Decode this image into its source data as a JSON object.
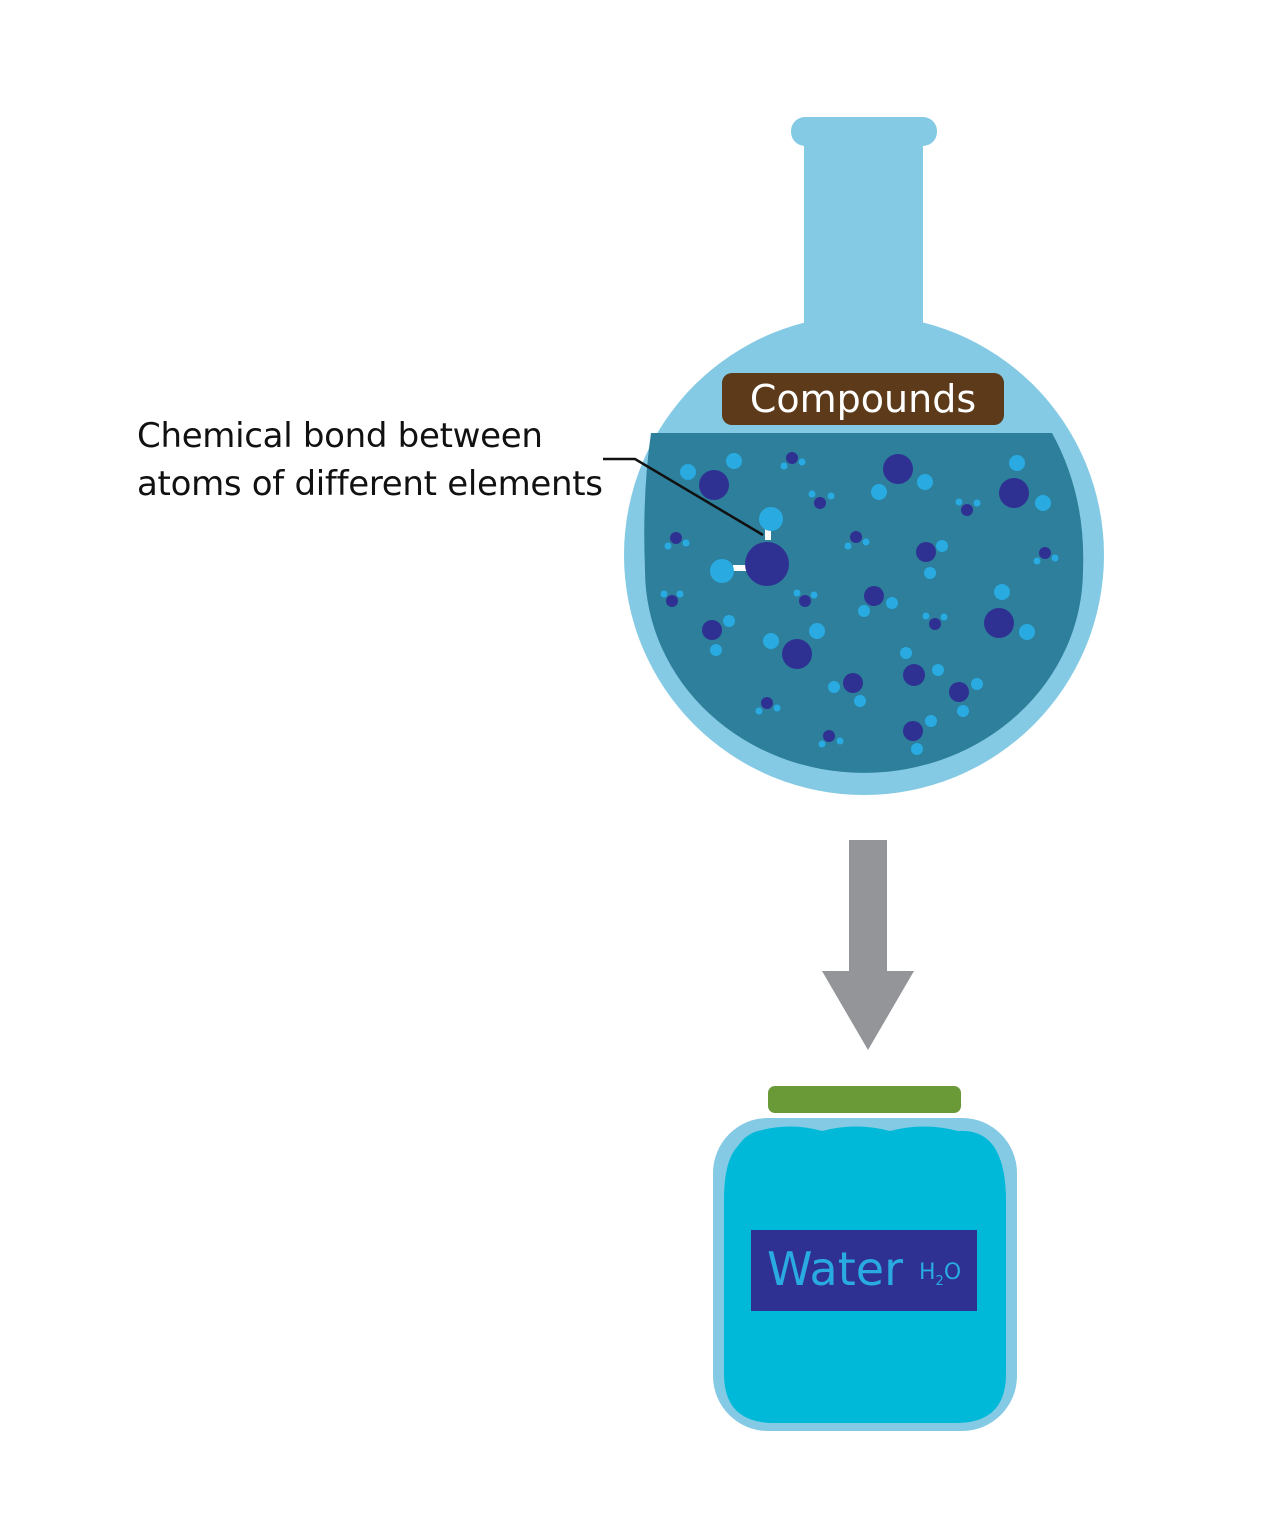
{
  "callout": {
    "line1": "Chemical bond between",
    "line2": "atoms of different elements"
  },
  "flask_label": "Compounds",
  "jar_label": {
    "word": "Water",
    "formula_h": "H",
    "formula_2": "2",
    "formula_o": "O"
  },
  "colors": {
    "flask_glass": "#84cae4",
    "liquid": "#2d7f9b",
    "oxygen_atom": "#2e3192",
    "hydrogen_atom": "#29abe2",
    "bond": "#ffffff",
    "arrow": "#939598",
    "jar_lid": "#6a9a38",
    "jar_liquid": "#00b9d8",
    "label_compounds_bg": "#5c3a1a",
    "label_water_bg": "#2e3192"
  },
  "icons": [
    "round-bottom-flask-icon",
    "water-molecule-icon",
    "down-arrow-icon",
    "water-jar-icon"
  ]
}
